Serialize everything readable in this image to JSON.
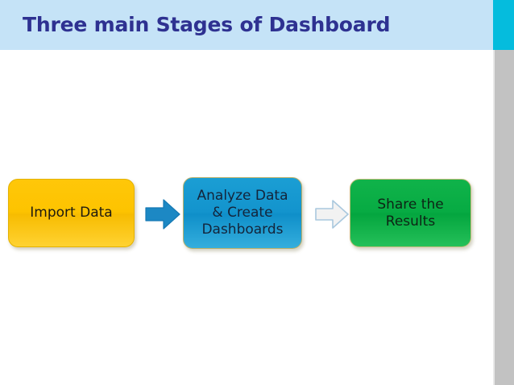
{
  "slide": {
    "title": "Three main Stages of Dashboard",
    "background_color": "#ffffff",
    "header_band_color": "#c5e3f7",
    "header_accent_color": "#05bcdd",
    "side_rail_color": "#c2c2c2",
    "title_color": "#2e3191"
  },
  "flow": {
    "stages": [
      {
        "id": "import-data",
        "label": "Import Data",
        "fill_color": "#fdc300",
        "text_color": "#1d1a11"
      },
      {
        "id": "analyze-data",
        "label": "Analyze Data\n& Create\nDashboards",
        "fill_color": "#1394cd",
        "text_color": "#14243a"
      },
      {
        "id": "share-results",
        "label": "Share the\nResults",
        "fill_color": "#07ab43",
        "text_color": "#0d2415"
      }
    ],
    "arrows": [
      {
        "id": "arrow-one",
        "icon": "arrow-right-icon",
        "style": "solid",
        "fill_color": "#1c88c4",
        "stroke_color": "#1c88c4"
      },
      {
        "id": "arrow-two",
        "icon": "arrow-right-icon",
        "style": "outline",
        "fill_color": "#f1f1f1",
        "stroke_color": "#a9c8de"
      }
    ]
  }
}
